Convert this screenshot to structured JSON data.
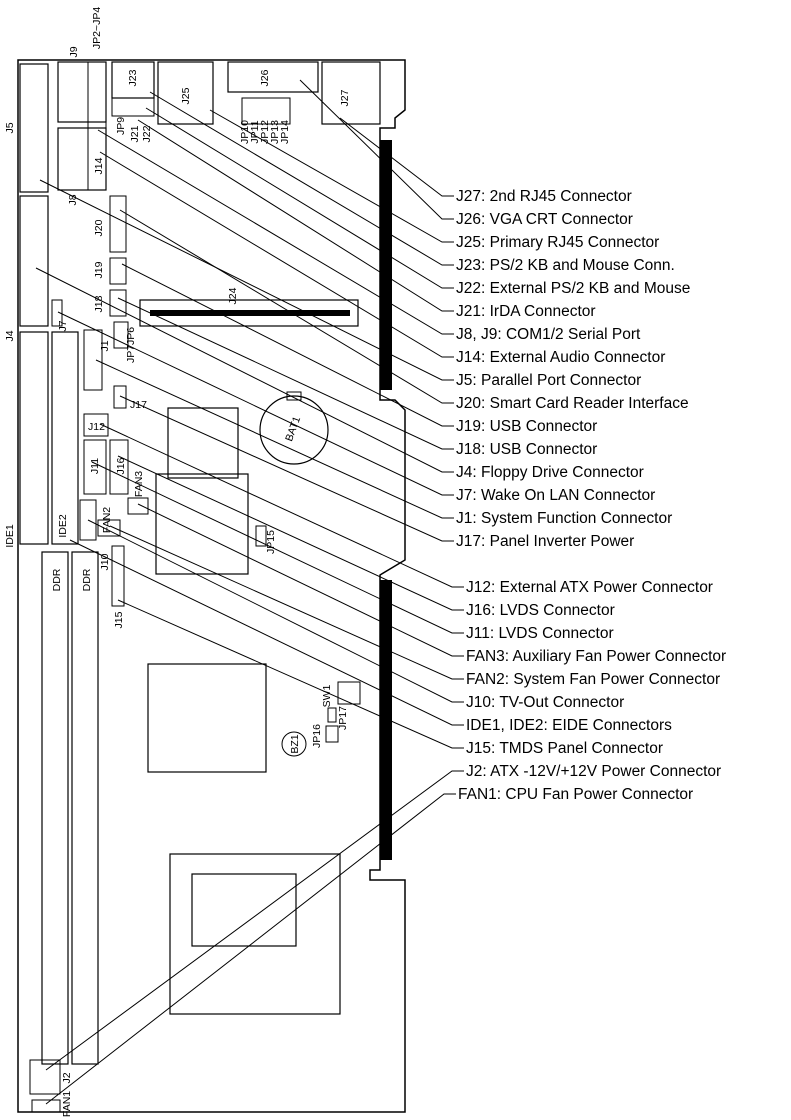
{
  "callouts": [
    "J27: 2nd RJ45 Connector",
    "J26: VGA CRT Connector",
    "J25: Primary RJ45 Connector",
    "J23: PS/2 KB and Mouse Conn.",
    "J22: External PS/2 KB and Mouse",
    "J21: IrDA Connector",
    "J8, J9: COM1/2 Serial Port",
    "J14: External Audio Connector",
    "J5: Parallel Port Connector",
    "J20: Smart Card Reader Interface",
    "J19: USB Connector",
    "J18: USB Connector",
    "J4: Floppy Drive Connector",
    "J7: Wake On LAN Connector",
    "J1: System Function Connector",
    "J17: Panel Inverter Power",
    "J12: External ATX Power Connector",
    "J16: LVDS Connector",
    "J11: LVDS Connector",
    "FAN3: Auxiliary Fan Power Connector",
    "FAN2: System Fan Power Connector",
    "J10: TV-Out Connector",
    "IDE1, IDE2: EIDE Connectors",
    "J15: TMDS Panel Connector",
    "J2: ATX -12V/+12V Power Connector",
    "FAN1: CPU Fan Power Connector"
  ],
  "board_labels": {
    "j27": "J27",
    "j26": "J26",
    "j25": "J25",
    "j23": "J23",
    "j9": "J9",
    "jp2jp4": "JP2~JP4",
    "j5": "J5",
    "j8": "J8",
    "j14": "J14",
    "j20": "J20",
    "j19": "J19",
    "j18": "J18",
    "j24": "J24",
    "jp6": "JP6",
    "jp7": "JP7",
    "j7": "J7",
    "j1": "J1",
    "j17": "J17",
    "j4": "J4",
    "j12": "J12",
    "j11": "J11",
    "j16": "J16",
    "fan3": "FAN3",
    "fan2": "FAN2",
    "ide1": "IDE1",
    "ide2": "IDE2",
    "j10": "J10",
    "j15": "J15",
    "jp15": "JP15",
    "bat1": "BAT1",
    "ddr": "DDR",
    "sw1": "SW1",
    "jp17": "JP17",
    "jp16": "JP16",
    "bz1": "BZ1",
    "j2": "J2",
    "fan1": "FAN1",
    "jp9": "JP9",
    "j21": "J21",
    "j22": "J22",
    "jp10": "JP10",
    "jp11": "JP11",
    "jp12": "JP12",
    "jp13": "JP13",
    "jp14": "JP14"
  }
}
